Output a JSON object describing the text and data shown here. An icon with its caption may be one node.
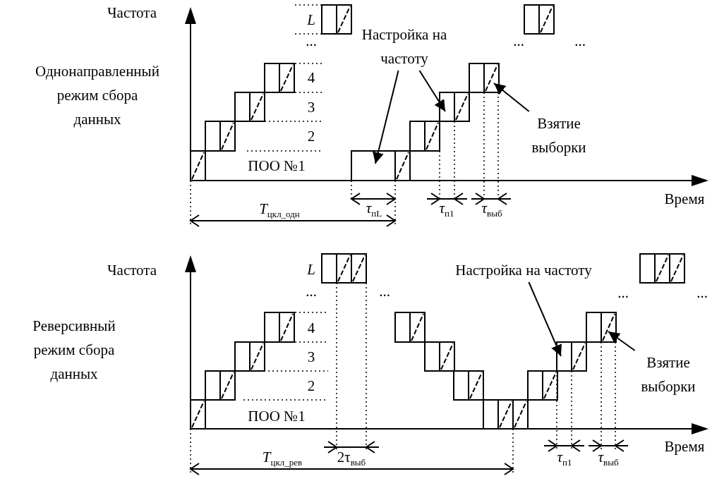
{
  "diagram": {
    "nodes": [
      {
        "text": [
          "Настройка на частоту"
        ]
      },
      {
        "text": [],
        "shape": "box"
      },
      {
        "text": [],
        "shape": "box"
      },
      {
        "text": [
          "Взятие выборки"
        ]
      },
      {
        "text": [],
        "shape": "box"
      },
      {
        "text": [
          "Настройка на частоту"
        ]
      },
      {
        "text": [],
        "shape": "box"
      },
      {
        "text": [
          "Взятие выборки"
        ]
      },
      {
        "text": [],
        "shape": "box"
      }
    ],
    "edges": [
      {
        "from": 0,
        "to": 1,
        "arrow": "to"
      },
      {
        "from": 0,
        "to": 2,
        "arrow": "to"
      },
      {
        "from": 3,
        "to": 4,
        "arrow": "to"
      },
      {
        "from": 5,
        "to": 6,
        "arrow": "to"
      },
      {
        "from": 7,
        "to": 8,
        "arrow": "to"
      }
    ],
    "labels": [
      "Частота",
      "L",
      "...",
      "4",
      "Однонаправленный режим сбора данных",
      "3",
      "2",
      "ПОО №1",
      "...",
      "...",
      "Время",
      "*T*$_{цкл_одн}$",
      "*τ*$_{пL}$",
      "*τ*$_{п1}$",
      "*τ*$_{выб}$",
      "Частота",
      "L",
      "...",
      "...",
      "Реверсивный режим сбора данных",
      "4",
      "3",
      "2",
      "ПОО №1",
      "...",
      "...",
      "Время",
      "*T*$_{цкл_рев}$",
      "2τ$_{выб}$",
      "*τ*$_{п1}$",
      "*τ*$_{выб}$"
    ]
  }
}
